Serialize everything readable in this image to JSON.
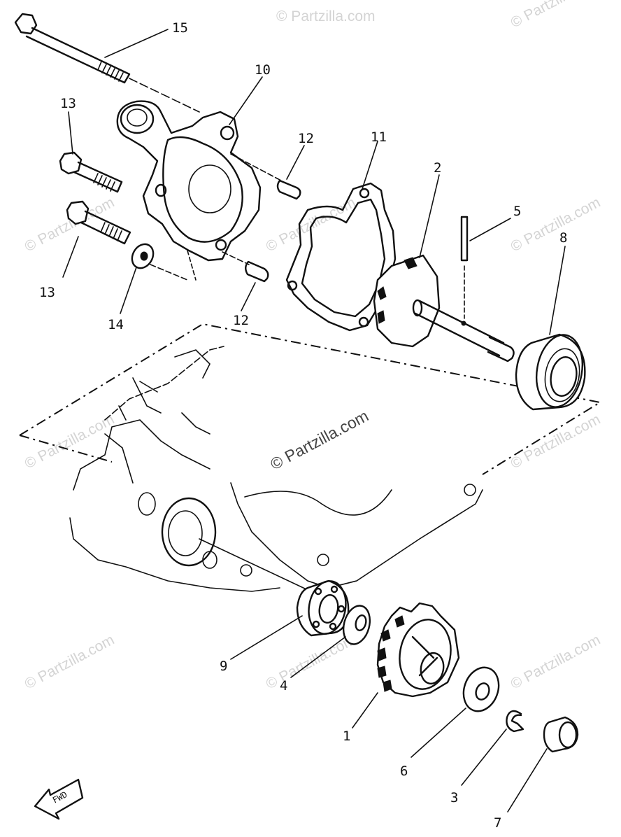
{
  "callouts": {
    "c1": "1",
    "c2": "2",
    "c3": "3",
    "c4": "4",
    "c5": "5",
    "c6": "6",
    "c7": "7",
    "c8": "8",
    "c9": "9",
    "c10": "10",
    "c11": "11",
    "c12a": "12",
    "c12b": "12",
    "c13a": "13",
    "c13b": "13",
    "c14": "14",
    "c15": "15"
  },
  "badge": {
    "fwd": "FWD"
  },
  "watermark": {
    "center": "© Partzilla.com",
    "repeat": "© Partzilla.com"
  },
  "colors": {
    "ink": "#111111",
    "watermark": "#d4d4d4",
    "background": "#ffffff"
  }
}
